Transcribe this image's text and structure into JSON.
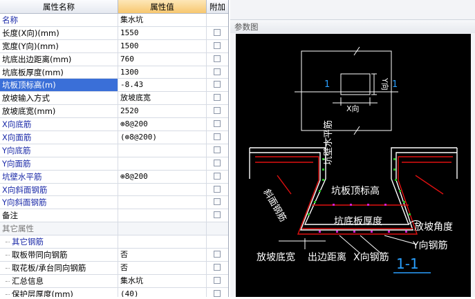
{
  "header": {
    "name_col": "属性名称",
    "value_col": "属性值",
    "extra_col": "附加"
  },
  "rows": [
    {
      "name": "名称",
      "value": "集水坑",
      "style": "blue",
      "check": false
    },
    {
      "name": "长度(X向)(mm)",
      "value": "1550",
      "style": "",
      "check": true
    },
    {
      "name": "宽度(Y向)(mm)",
      "value": "1500",
      "style": "",
      "check": true
    },
    {
      "name": "坑底出边距离(mm)",
      "value": "760",
      "style": "",
      "check": true
    },
    {
      "name": "坑底板厚度(mm)",
      "value": "1300",
      "style": "",
      "check": true
    },
    {
      "name": "坑板顶标高(m)",
      "value": "-8.43",
      "style": "sel",
      "check": true
    },
    {
      "name": "放坡输入方式",
      "value": "放坡底宽",
      "style": "",
      "check": true
    },
    {
      "name": "放坡底宽(mm)",
      "value": "2520",
      "style": "",
      "check": true
    },
    {
      "name": "X向底筋",
      "value": "⊕8@200",
      "style": "blue",
      "check": true
    },
    {
      "name": "X向面筋",
      "value": "(⊕8@200)",
      "style": "blue",
      "check": true
    },
    {
      "name": "Y向底筋",
      "value": "",
      "style": "blue",
      "check": true
    },
    {
      "name": "Y向面筋",
      "value": "",
      "style": "blue",
      "check": true
    },
    {
      "name": "坑壁水平筋",
      "value": "⊕8@200",
      "style": "blue",
      "check": true
    },
    {
      "name": "X向斜面钢筋",
      "value": "",
      "style": "blue",
      "check": true
    },
    {
      "name": "Y向斜面钢筋",
      "value": "",
      "style": "blue",
      "check": true
    },
    {
      "name": "备注",
      "value": "",
      "style": "",
      "check": true
    },
    {
      "name": "其它属性",
      "value": "",
      "style": "grp",
      "check": false
    },
    {
      "name": "其它钢筋",
      "value": "",
      "style": "sub blue",
      "check": false
    },
    {
      "name": "取板带同向钢筋",
      "value": "否",
      "style": "sub",
      "check": true
    },
    {
      "name": "取花板/承台同向钢筋",
      "value": "否",
      "style": "sub",
      "check": true
    },
    {
      "name": "汇总信息",
      "value": "集水坑",
      "style": "sub",
      "check": true
    },
    {
      "name": "保护层厚度(mm)",
      "value": "(40)",
      "style": "sub",
      "check": true
    }
  ],
  "panel": {
    "title": "参数图"
  },
  "diagram": {
    "plan_marker": "1",
    "x_label": "X向",
    "y_label": "Y向",
    "wall_bar": "坑壁水平筋",
    "top_elev": "坑板顶标高",
    "slope_bar": "斜面钢筋",
    "bottom_thk": "坑底板厚度",
    "slope_angle": "放坡角度",
    "y_bar": "Y向钢筋",
    "slope_width": "放坡底宽",
    "edge_dist": "出边距离",
    "x_bar": "X向钢筋",
    "section": "1-1"
  },
  "colors": {
    "selected": "#3a6fd8",
    "link": "#1b2aa8",
    "rebar": "#e01010",
    "stirrup": "#22c022",
    "dots": "#d020d0",
    "accent": "#2aa0ff"
  }
}
